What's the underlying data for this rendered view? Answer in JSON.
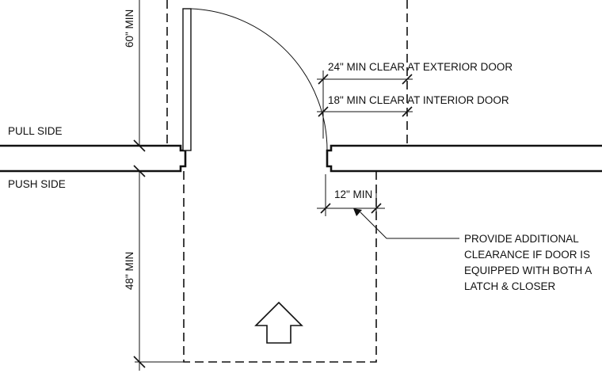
{
  "labels": {
    "pull_side": "PULL SIDE",
    "push_side": "PUSH SIDE",
    "dim_60": "60\" MIN",
    "dim_48": "48\" MIN",
    "dim_24": "24\" MIN CLEAR AT EXTERIOR DOOR",
    "dim_18": "18\" MIN CLEAR AT INTERIOR DOOR",
    "dim_12": "12\" MIN",
    "note_lines": [
      "PROVIDE ADDITIONAL",
      "CLEARANCE IF DOOR IS",
      "EQUIPPED WITH BOTH A",
      "LATCH & CLOSER"
    ]
  },
  "colors": {
    "line": "#111111",
    "background": "#ffffff"
  }
}
